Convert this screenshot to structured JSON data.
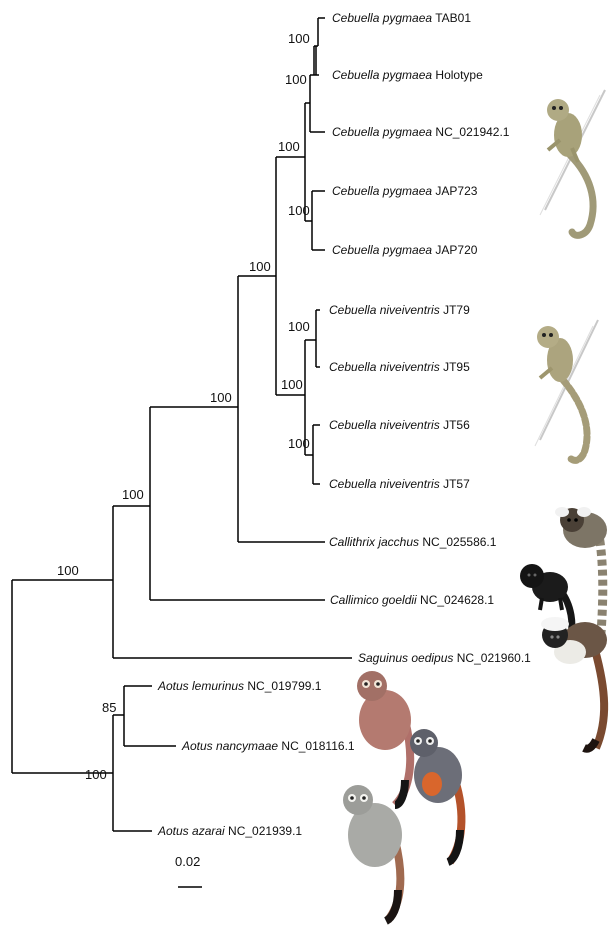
{
  "taxa": [
    {
      "genus_species": "Cebuella pygmaea",
      "voucher": "TAB01"
    },
    {
      "genus_species": "Cebuella pygmaea",
      "voucher": "Holotype"
    },
    {
      "genus_species": "Cebuella pygmaea",
      "voucher": "NC_021942.1"
    },
    {
      "genus_species": "Cebuella pygmaea",
      "voucher": "JAP723"
    },
    {
      "genus_species": "Cebuella pygmaea",
      "voucher": "JAP720"
    },
    {
      "genus_species": "Cebuella niveiventris",
      "voucher": "JT79"
    },
    {
      "genus_species": "Cebuella niveiventris",
      "voucher": "JT95"
    },
    {
      "genus_species": "Cebuella niveiventris",
      "voucher": "JT56"
    },
    {
      "genus_species": "Cebuella niveiventris",
      "voucher": "JT57"
    },
    {
      "genus_species": "Callithrix jacchus",
      "voucher": "NC_025586.1"
    },
    {
      "genus_species": "Callimico goeldii",
      "voucher": "NC_024628.1"
    },
    {
      "genus_species": "Saguinus oedipus",
      "voucher": "NC_021960.1"
    },
    {
      "genus_species": "Aotus lemurinus",
      "voucher": "NC_019799.1"
    },
    {
      "genus_species": "Aotus nancymaae",
      "voucher": "NC_018116.1"
    },
    {
      "genus_species": "Aotus azarai",
      "voucher": "NC_021939.1"
    }
  ],
  "support": {
    "n_pygmaea_tab_holo": "100",
    "n_pygmaea_3": "100",
    "n_pygmaea_jap": "100",
    "n_pygmaea_all": "100",
    "n_cebuella": "100",
    "n_niv_79_95": "100",
    "n_niv_all": "100",
    "n_niv_56_57": "100",
    "n_callithrix": "100",
    "n_callimico": "100",
    "n_saguinus": "100",
    "n_aotus_lem_nan": "85",
    "n_aotus": "100"
  },
  "scale_bar": {
    "label": "0.02",
    "value": 0.02
  },
  "colors": {
    "branch": "#000000",
    "text": "#111111"
  }
}
